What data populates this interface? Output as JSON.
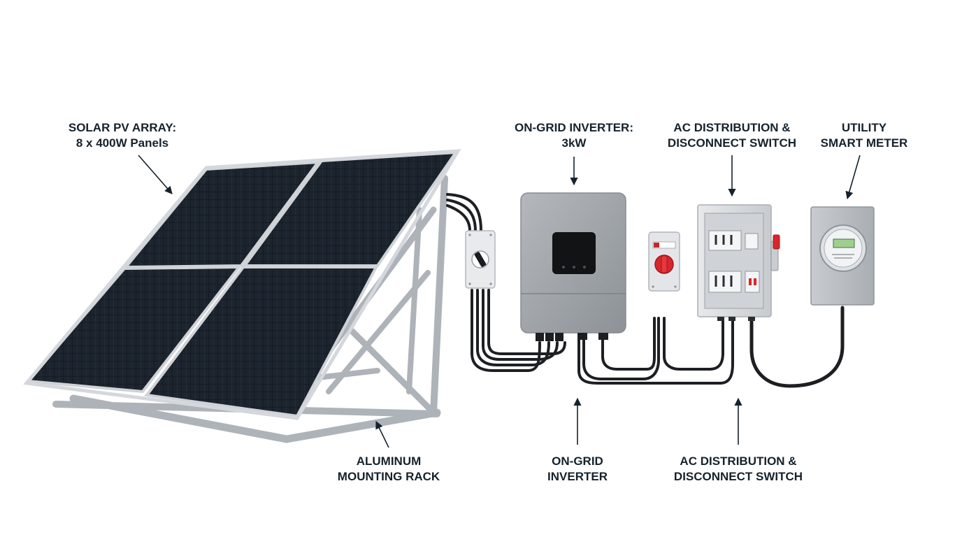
{
  "labels": {
    "solar_array": {
      "line1": "SOLAR PV ARRAY:",
      "line2": "8 x 400W Panels"
    },
    "inverter_top": {
      "line1": "ON-GRID INVERTER:",
      "line2": "3kW"
    },
    "ac_dist_top": {
      "line1": "AC DISTRIBUTION &",
      "line2": "DISCONNECT SWITCH"
    },
    "meter": {
      "line1": "UTILITY",
      "line2": "SMART METER"
    },
    "rack": {
      "line1": "ALUMINUM",
      "line2": "MOUNTING RACK"
    },
    "inverter_bottom": {
      "line1": "ON-GRID",
      "line2": "INVERTER"
    },
    "ac_dist_bottom": {
      "line1": "AC DISTRIBUTION &",
      "line2": "DISCONNECT SWITCH"
    }
  },
  "colors": {
    "text": "#15222c",
    "panel_cell": "#141a22",
    "panel_frame": "#c9ccd1",
    "rack": "#b9bec4",
    "inverter": "#9ea3a8",
    "enclosure": "#dcdfe2",
    "cable": "#1d1f22",
    "switch_red": "#d8262b"
  }
}
